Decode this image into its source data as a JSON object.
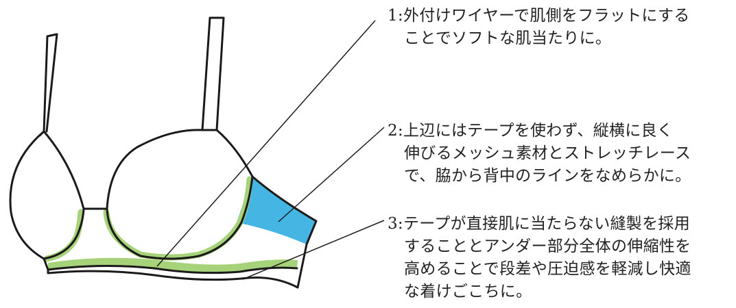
{
  "colors": {
    "outline": "#1a1a1a",
    "green_trim": "#a6d279",
    "blue_mesh": "#45b6e4",
    "leader": "#1a1a1a"
  },
  "annotations": [
    {
      "num": "1:",
      "lines": [
        "外付けワイヤーで肌側をフラットにする",
        "ことでソフトな肌当たりに。"
      ]
    },
    {
      "num": "2:",
      "lines": [
        "上辺にはテープを使わず、縦横に良く",
        "伸びるメッシュ素材とストレッチレース",
        "で、脇から背中のラインをなめらかに。"
      ]
    },
    {
      "num": "3:",
      "lines": [
        "テープが直接肌に当たらない縫製を採用",
        "することとアンダー部分全体の伸縮性を",
        "高めることで段差や圧迫感を軽減し快適",
        "な着けごこちに。"
      ]
    }
  ]
}
